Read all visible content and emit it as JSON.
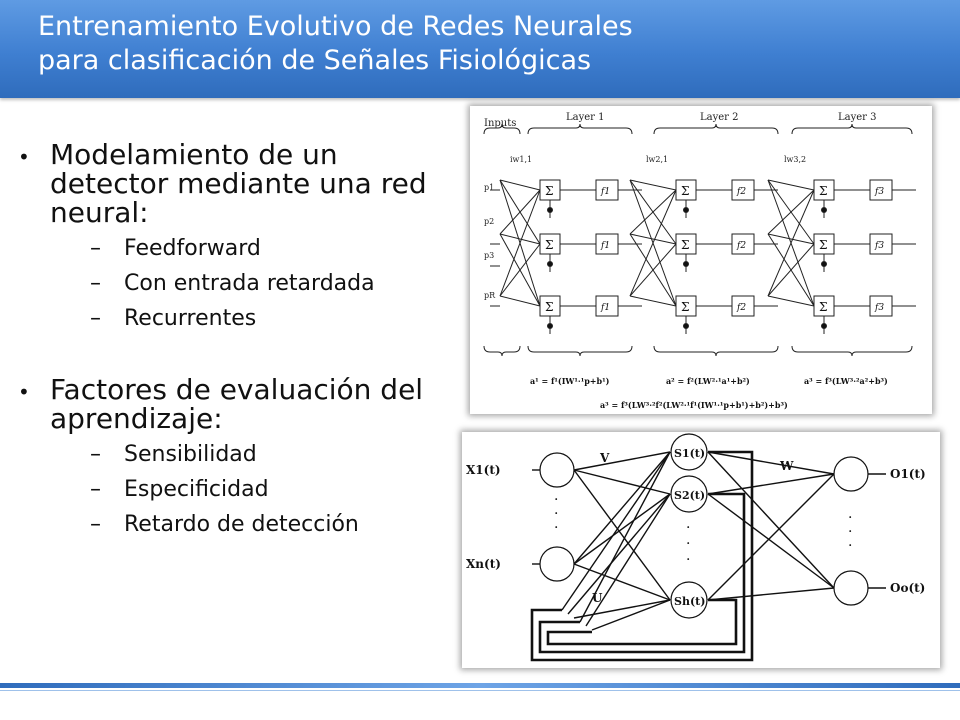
{
  "title": {
    "line1": "Entrenamiento Evolutivo de Redes Neurales",
    "line2": "para clasificación de Señales Fisiológicas"
  },
  "bullets": [
    {
      "text": "Modelamiento de un detector mediante una red neural:",
      "subitems": [
        "Feedforward",
        "Con entrada retardada",
        "Recurrentes"
      ]
    },
    {
      "text": "Factores de evaluación del aprendizaje:",
      "subitems": [
        "Sensibilidad",
        "Especificidad",
        "Retardo de detección"
      ]
    }
  ],
  "figure1": {
    "inputs_label": "Inputs",
    "layers": [
      "Layer 1",
      "Layer 2",
      "Layer 3"
    ],
    "input_nodes": [
      "p1",
      "p2",
      "p3",
      "pR"
    ],
    "weight_labels": [
      "iw1,1",
      "lw2,1",
      "lw3,2"
    ],
    "transfer": [
      "f1",
      "f2",
      "f3"
    ],
    "equations": [
      "a¹ = f¹(IW¹·¹p+b¹)",
      "a² = f²(LW²·¹a¹+b²)",
      "a³ = f³(LW³·²a²+b³)"
    ],
    "equation_full": "a³ = f³(LW³·²f²(LW²·¹f¹(IW¹·¹p+b¹)+b²)+b³)"
  },
  "figure2": {
    "inputs": [
      "X1(t)",
      "Xn(t)"
    ],
    "states": [
      "S1(t)",
      "S2(t)",
      "Sh(t)"
    ],
    "outputs": [
      "O1(t)",
      "Oo(t)"
    ],
    "weights": [
      "V",
      "W",
      "U"
    ]
  },
  "colors": {
    "title_bg": "#3f7fd1",
    "title_text": "#ffffff",
    "accent_line": "#2f6cbc"
  }
}
